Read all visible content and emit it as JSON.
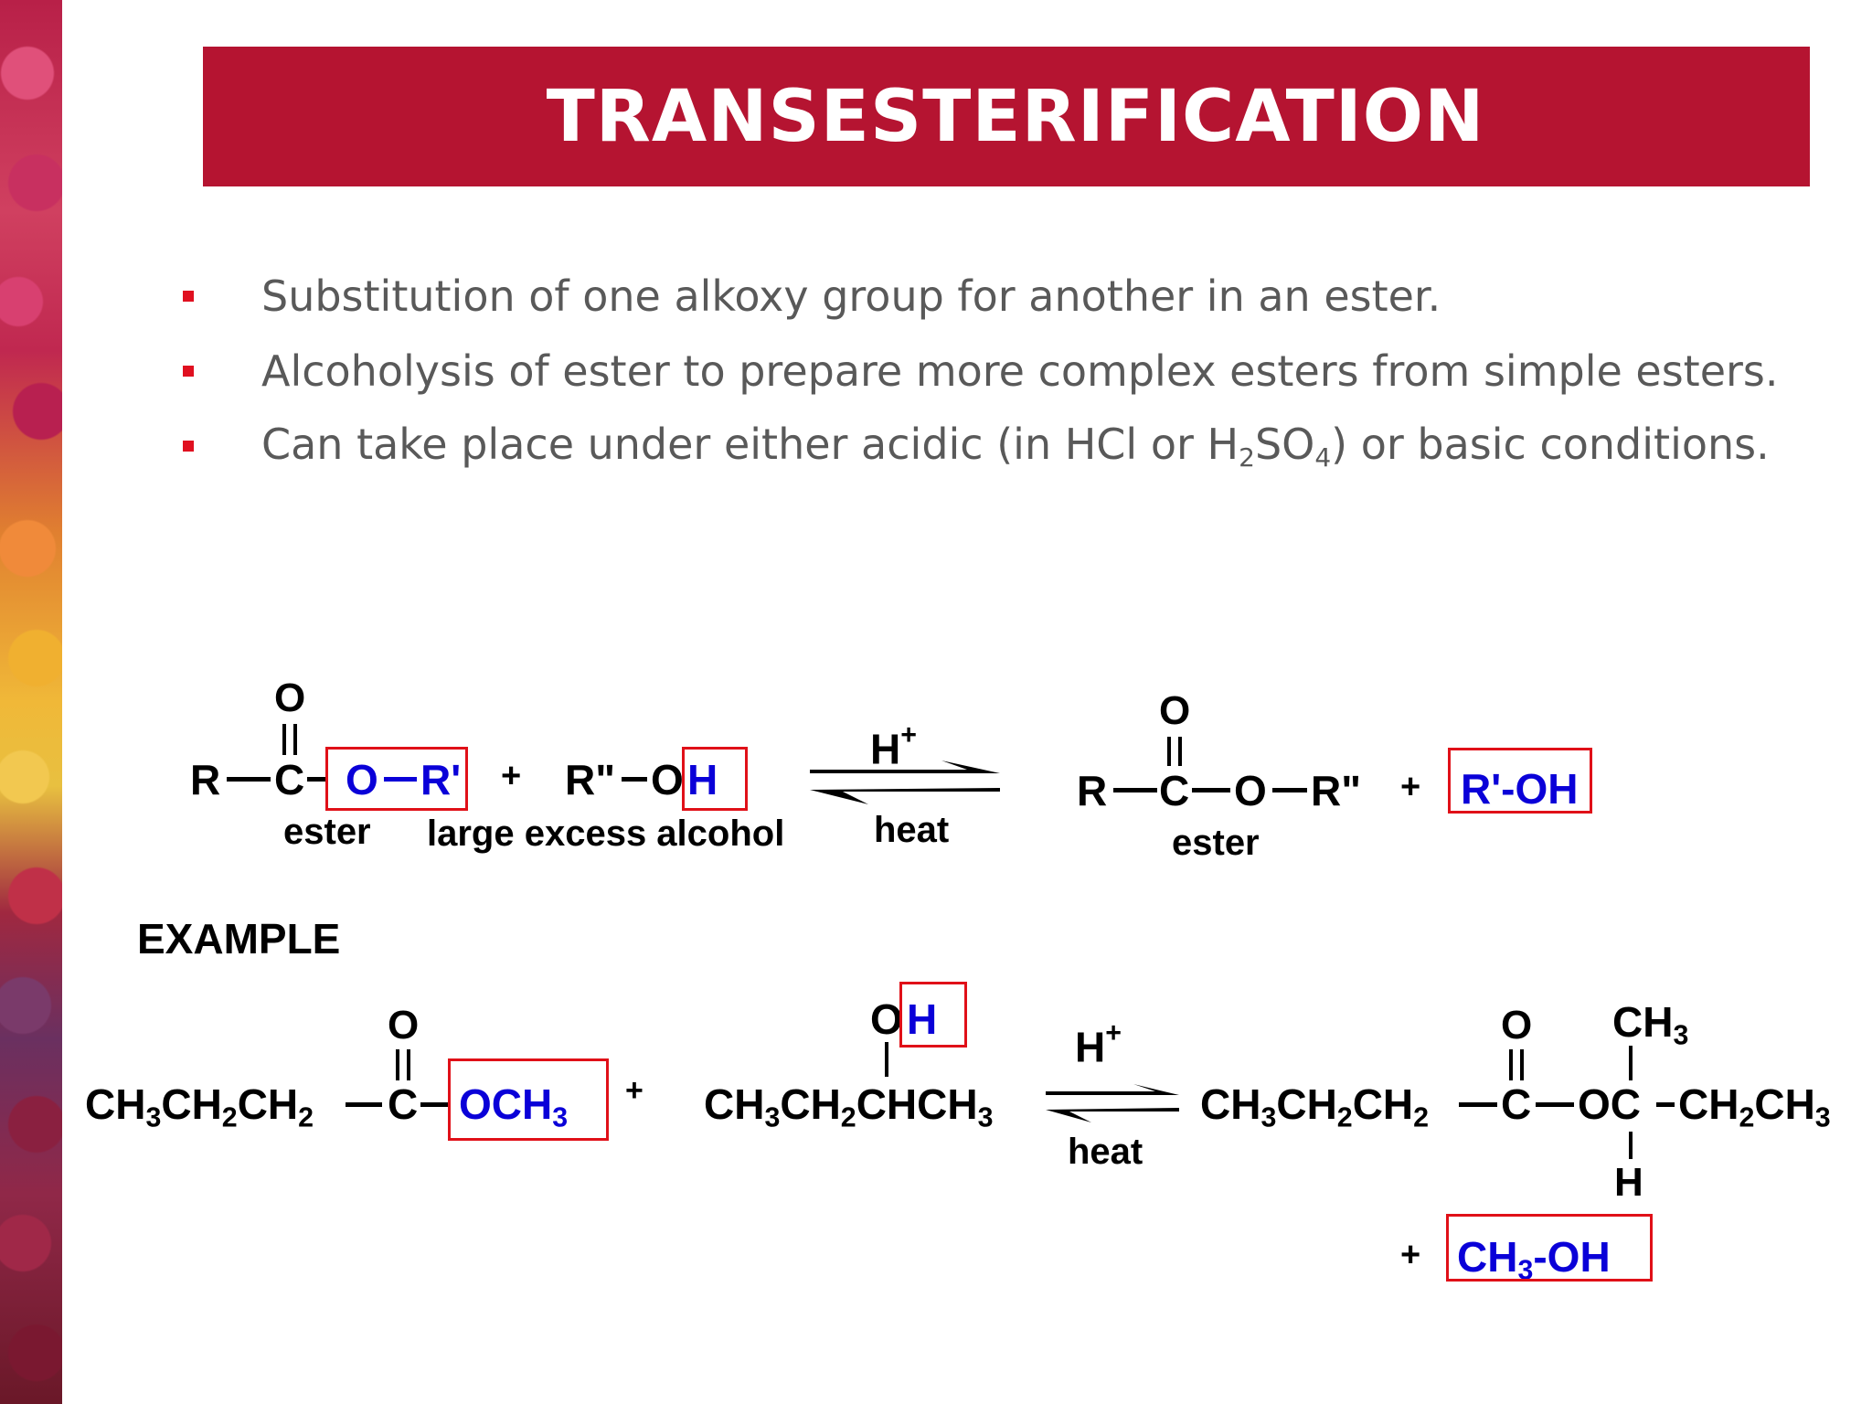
{
  "title": "TRANSESTERIFICATION",
  "bullets": [
    {
      "text": "Substitution of one alkoxy group for another in an ester."
    },
    {
      "text": "Alcoholysis of ester to prepare more complex esters from simple esters."
    },
    {
      "text_before": "Can take place under either acidic (in HCl or H",
      "sub1": "2",
      "text_mid": "SO",
      "sub2": "4",
      "text_after": ") or basic conditions."
    }
  ],
  "general_reaction": {
    "R": "R",
    "C": "C",
    "O": "O",
    "OR_prime": "O",
    "R_prime": "R'",
    "plus1": "+",
    "R_double": "R\"",
    "alcohol_O": "O",
    "alcohol_H": "H",
    "catalyst": "H",
    "catalyst_charge": "+",
    "condition": "heat",
    "label_ester": "ester",
    "label_alcohol": "large excess alcohol",
    "product_R": "R",
    "product_C": "C",
    "product_O_top": "O",
    "product_O": "O",
    "product_R_double": "R\"",
    "plus2": "+",
    "byproduct": "R'-OH",
    "label_ester_product": "ester"
  },
  "example": {
    "label": "EXAMPLE",
    "reactant_chain": [
      "CH",
      "3",
      "CH",
      "2",
      "CH",
      "2"
    ],
    "carbonyl_O": "O",
    "carbonyl_C": "C",
    "leaving": [
      "OCH",
      "3"
    ],
    "plus1": "+",
    "alcohol_O": "O",
    "alcohol_H": "H",
    "alcohol_chain": [
      "CH",
      "3",
      "CH",
      "2",
      "CHCH",
      "3"
    ],
    "catalyst": "H",
    "catalyst_charge": "+",
    "condition": "heat",
    "product_O": "O",
    "product_C": "C",
    "product_OC": "OC",
    "product_CH3_top": [
      "CH",
      "3"
    ],
    "product_tail": [
      "CH",
      "2",
      "CH",
      "3"
    ],
    "product_H": "H",
    "plus2": "+",
    "byproduct": [
      "CH",
      "3",
      "-OH"
    ]
  },
  "colors": {
    "title_bg": "#b51431",
    "bullet": "#e01020",
    "highlight_box": "#e01018",
    "highlight_text": "#0a00d8"
  }
}
